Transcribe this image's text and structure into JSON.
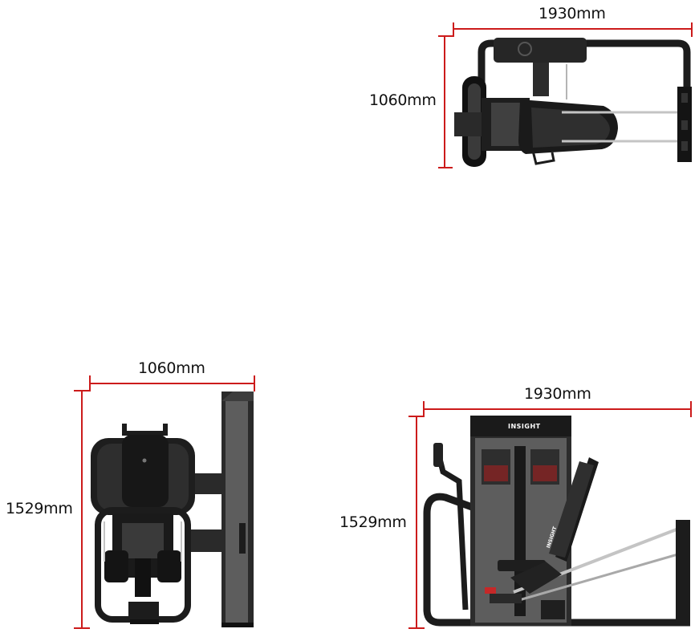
{
  "colors": {
    "dimension_line": "#cc1b1b",
    "frame_dark": "#1c1c1c",
    "frame_mid": "#3a3a3a",
    "panel_grey": "#5d5d5d",
    "rod_silver": "#c4c4c4",
    "accent_red": "#c62828"
  },
  "views": {
    "top": {
      "width_label": "1930mm",
      "depth_label": "1060mm"
    },
    "front": {
      "width_label": "1060mm",
      "height_label": "1529mm"
    },
    "side": {
      "width_label": "1930mm",
      "height_label": "1529mm",
      "brand_label": "INSIGHT",
      "arm_brand_label": "INSIGHT"
    }
  }
}
